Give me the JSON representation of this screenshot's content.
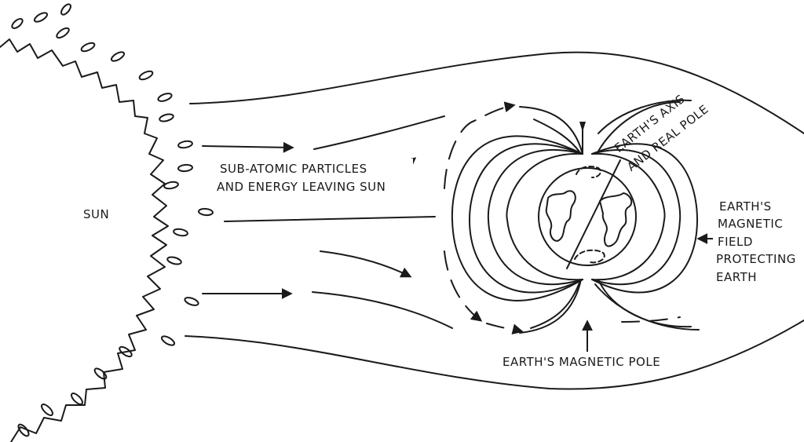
{
  "labels": {
    "sun": "SUN",
    "particles_line1": "SUB-ATOMIC PARTICLES",
    "particles_line2": "AND ENERGY LEAVING SUN",
    "axis_line1": "EARTH'S AXIS",
    "axis_line2": "AND REAL POLE",
    "field_line1": "EARTH'S",
    "field_line2": "MAGNETIC",
    "field_line3": "FIELD",
    "field_line4": "PROTECTING",
    "field_line5": "EARTH",
    "magnetic_pole": "EARTH'S MAGNETIC POLE"
  },
  "colors": {
    "ink": "#1a1a1a",
    "background": "#ffffff"
  }
}
